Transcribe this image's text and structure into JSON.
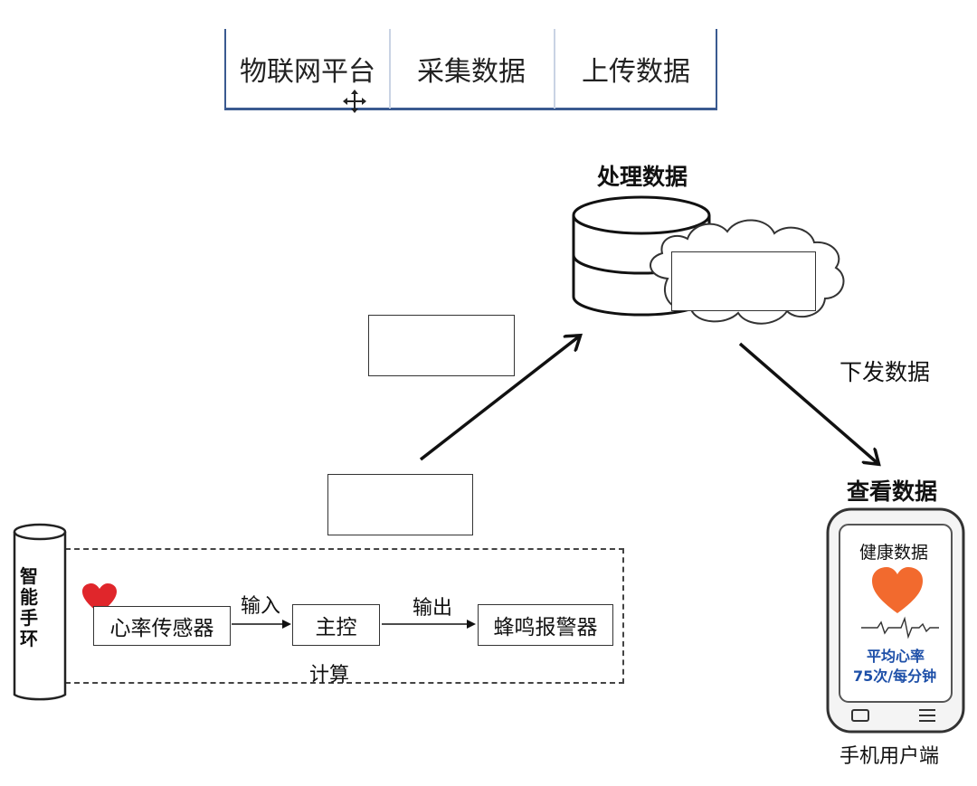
{
  "word_bank": {
    "items": [
      "物联网平台",
      "采集数据",
      "上传数据"
    ]
  },
  "cloud_platform": {
    "title": "处理数据"
  },
  "downlink": {
    "label": "下发数据"
  },
  "phone": {
    "title": "查看数据",
    "screen_title": "健康数据",
    "avg_label": "平均心率",
    "avg_value": "75次/每分钟",
    "caption": "手机用户端",
    "menu_icon": "hamburger-icon",
    "home_icon": "square-icon"
  },
  "wristband": {
    "name_chars": [
      "智",
      "能",
      "手",
      "环"
    ],
    "sensor": "心率传感器",
    "input_label": "输入",
    "controller": "主控",
    "compute_label": "计算",
    "output_label": "输出",
    "alarm": "蜂鸣报警器"
  },
  "colors": {
    "heart_red": "#e0262b",
    "heart_orange": "#f26a2e",
    "phone_text_blue": "#1d4fa8",
    "bank_border": "#3a5a90"
  }
}
